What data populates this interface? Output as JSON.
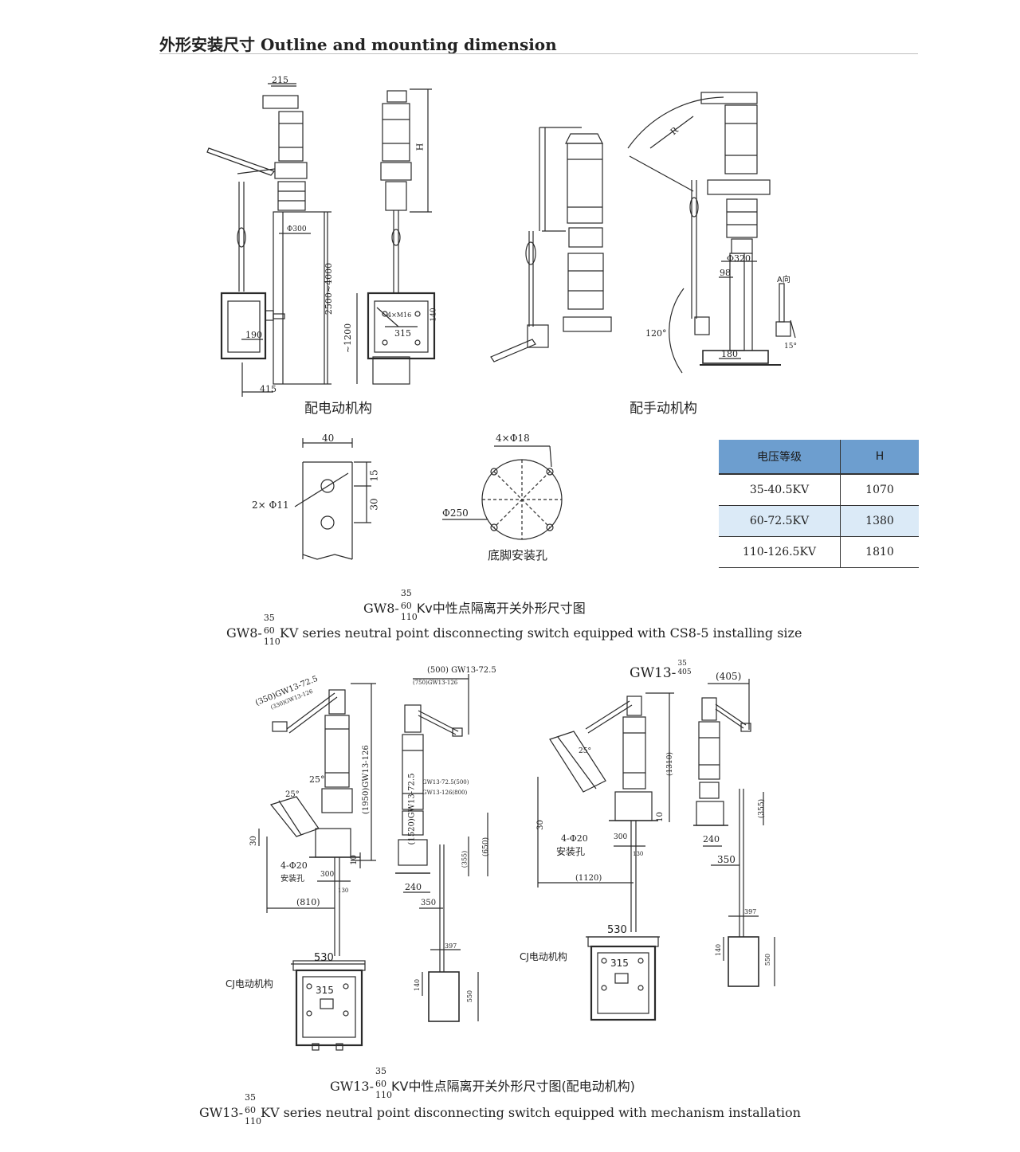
{
  "header": {
    "title": "外形安装尺寸  Outline and mounting dimension"
  },
  "section1": {
    "caption_electric": "配电动机构",
    "caption_manual": "配手动机构",
    "dims": {
      "d215": "215",
      "H": "H",
      "phi300": "Φ300",
      "h2500": "2500~4000",
      "h1200": "~1200",
      "d190": "190",
      "d415": "415",
      "m16": "4×M16",
      "d315": "315",
      "d140": "140",
      "phi320": "Φ320",
      "d98": "98",
      "d180": "180",
      "a120": "120°",
      "a15": "15°",
      "aDir": "A向",
      "R": "R"
    }
  },
  "section2": {
    "plate": {
      "d40": "40",
      "d15": "15",
      "d30": "30",
      "holes": "2× Φ11"
    },
    "circle": {
      "holes": "4×Φ18",
      "phi": "Φ250",
      "caption": "底脚安装孔"
    },
    "table": {
      "headers": [
        "电压等级",
        "H"
      ],
      "rows": [
        [
          "35-40.5KV",
          "1070"
        ],
        [
          "60-72.5KV",
          "1380"
        ],
        [
          "110-126.5KV",
          "1810"
        ]
      ]
    }
  },
  "caption_gw8": {
    "cn_prefix": "GW8-",
    "cn_sup": "35",
    "cn_mid": "60",
    "cn_sub": "110",
    "cn_suffix": "Kv中性点隔离开关外形尺寸图",
    "en_prefix": "GW8-",
    "en_sup": "35",
    "en_mid": "60",
    "en_sub": "110",
    "en_suffix": "KV  series neutral point disconnecting switch equipped with CS8-5 installing size"
  },
  "section3": {
    "gw13_top": "GW13-",
    "gw13_top_sup": "35",
    "gw13_top_sub": "405",
    "dims_left": {
      "d350": "(350)GW13-72.5",
      "d330": "(330)GW13-126",
      "h1950": "(1950)GW13-126",
      "h1520": "(1520)GW13-72.5",
      "a25a": "25°",
      "a25b": "25°",
      "d30": "30",
      "d10": "10",
      "holes": "4-Φ20",
      "holes_cn": "安装孔",
      "d300": "300",
      "d130": "130",
      "d810": "(810)",
      "d530": "530",
      "cj": "CJ电动机构",
      "d315": "315"
    },
    "dims_mid": {
      "d500": "(500) GW13-72.5",
      "d750": "(750)GW13-126",
      "g1": "GW13-72.5(500)",
      "g2": "GW13-126(800)",
      "d650": "(650)",
      "d355": "(355)",
      "d240": "240",
      "d350": "350",
      "d397": "397",
      "d140": "140",
      "d550": "550"
    },
    "dims_right": {
      "d405": "(405)",
      "h1310": "(1310)",
      "d30": "30",
      "d10": "10",
      "a25": "25°",
      "holes": "4-Φ20",
      "holes_cn": "安装孔",
      "d300": "300",
      "d130": "130",
      "d1120": "(1120)",
      "d530": "530",
      "cj": "CJ电动机构",
      "d315": "315",
      "d355": "(355)",
      "d240": "240",
      "d350": "350",
      "d397": "397",
      "d140": "140",
      "d550": "550"
    }
  },
  "caption_gw13": {
    "cn_prefix": "GW13-",
    "cn_sup": "35",
    "cn_mid": "60",
    "cn_sub": "110",
    "cn_suffix": "KV中性点隔离开关外形尺寸图(配电动机构)",
    "en_prefix": "GW13-",
    "en_sup": "35",
    "en_mid": "60",
    "en_sub": "110",
    "en_suffix": "KV  series neutral point disconnecting switch equipped with  mechanism installation"
  }
}
